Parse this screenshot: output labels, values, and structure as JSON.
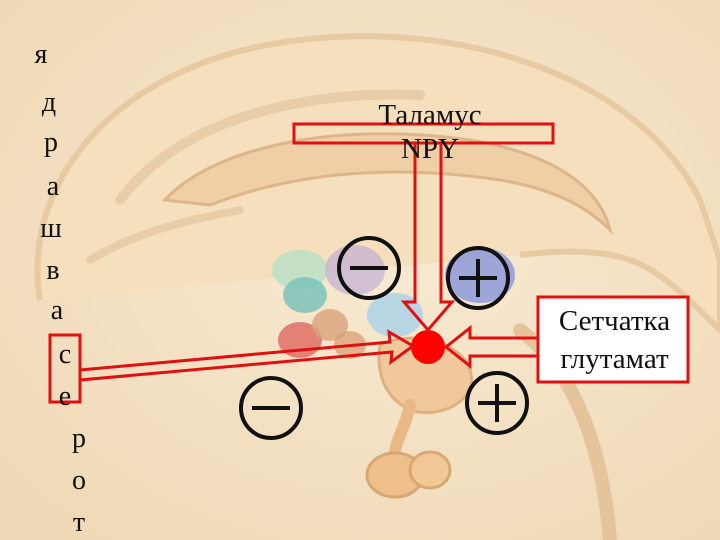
{
  "vertical_word": [
    "я",
    "д",
    "р",
    "а",
    "ш",
    "в",
    "а",
    "с",
    "е",
    "р",
    "о",
    "т"
  ],
  "thalamus": {
    "line1": "Таламус",
    "line2": "NPY"
  },
  "retina": {
    "line1": "Сетчатка",
    "line2": "глутамат"
  },
  "signs": {
    "inhibit_top": "−",
    "excite_top": "+",
    "inhibit_bottom": "−",
    "excite_bottom": "+"
  },
  "colors": {
    "arrow_red": "#e01010",
    "nucleus_red": "#ff0000",
    "background": "#f3e3c8"
  }
}
